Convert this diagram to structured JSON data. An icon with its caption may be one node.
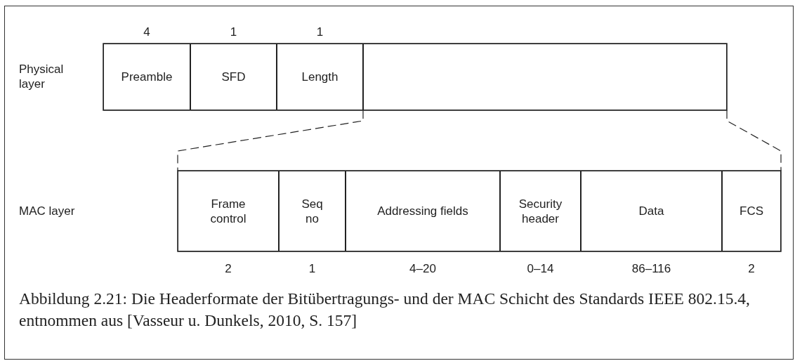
{
  "diagram": {
    "caption": "Abbildung 2.21: Die Headerformate der Bitübertragungs- und der MAC Schicht des Standards IEEE 802.15.4, entnommen aus [Vasseur u. Dunkels, 2010, S. 157]",
    "nodes": [
      {
        "text": [
          "Preamble"
        ],
        "beside": [
          "4"
        ]
      },
      {
        "text": [
          "SFD"
        ],
        "beside": [
          "1"
        ]
      },
      {
        "text": [
          "Length"
        ],
        "beside": [
          "1"
        ]
      },
      {
        "text": [],
        "shape": "box"
      },
      {
        "text": [
          "Frame control"
        ],
        "beside": [
          "2"
        ]
      },
      {
        "text": [
          "Seq no"
        ],
        "beside": [
          "1"
        ]
      },
      {
        "text": [
          "Addressing fields"
        ],
        "beside": [
          "4–20"
        ]
      },
      {
        "text": [
          "Security header"
        ],
        "beside": [
          "0–14"
        ]
      },
      {
        "text": [
          "Data"
        ],
        "beside": [
          "86–116"
        ]
      },
      {
        "text": [
          "FCS"
        ],
        "beside": [
          "2"
        ]
      }
    ],
    "edges": [
      {
        "from": 3,
        "to": 4,
        "arrow": "none",
        "style": "dashed"
      },
      {
        "from": 3,
        "to": 9,
        "arrow": "none",
        "style": "dashed"
      }
    ],
    "labels": [
      "Physical layer",
      "MAC layer"
    ]
  }
}
